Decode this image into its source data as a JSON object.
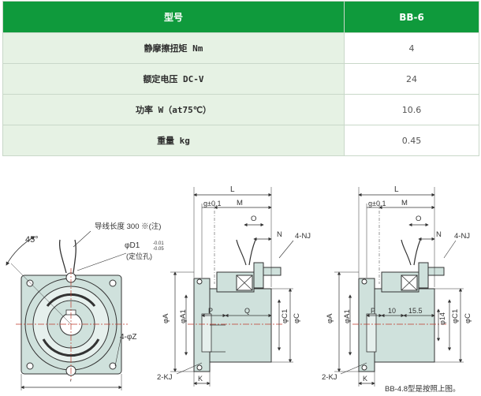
{
  "table": {
    "header": [
      "型号",
      "BB-6"
    ],
    "rows": [
      {
        "label": "静摩擦扭矩 Nm",
        "value": "4"
      },
      {
        "label": "额定电压 DC-V",
        "value": "24"
      },
      {
        "label": "功率 W（at75℃）",
        "value": "10.6"
      },
      {
        "label": "重量 kg",
        "value": "0.45"
      }
    ]
  },
  "drawing": {
    "angle": "45°",
    "lead_note": "导线长度 300 ※(注)",
    "d1": "φD1",
    "d1_tol_top": "-0.01",
    "d1_tol_bot": "-0.05",
    "locating_hole": "(定位孔)",
    "hole_4z": "4-φZ",
    "dim_l": "L",
    "dim_g": "g±0.1",
    "dim_m": "M",
    "dim_o": "O",
    "dim_n": "N",
    "nj": "4-NJ",
    "a": "φA",
    "a1": "φA1",
    "c1": "φC1",
    "c": "φC",
    "p": "P",
    "q": "Q",
    "kj": "2-KJ",
    "k": "K",
    "dim_10": "10",
    "dim_155": "15.5",
    "d14": "φ14",
    "note": "BB-4.8型是按照上图。"
  },
  "colors": {
    "header_bg": "#0f9a3c",
    "label_bg": "#e6f2e4",
    "part_fill": "#cfe1dc"
  }
}
